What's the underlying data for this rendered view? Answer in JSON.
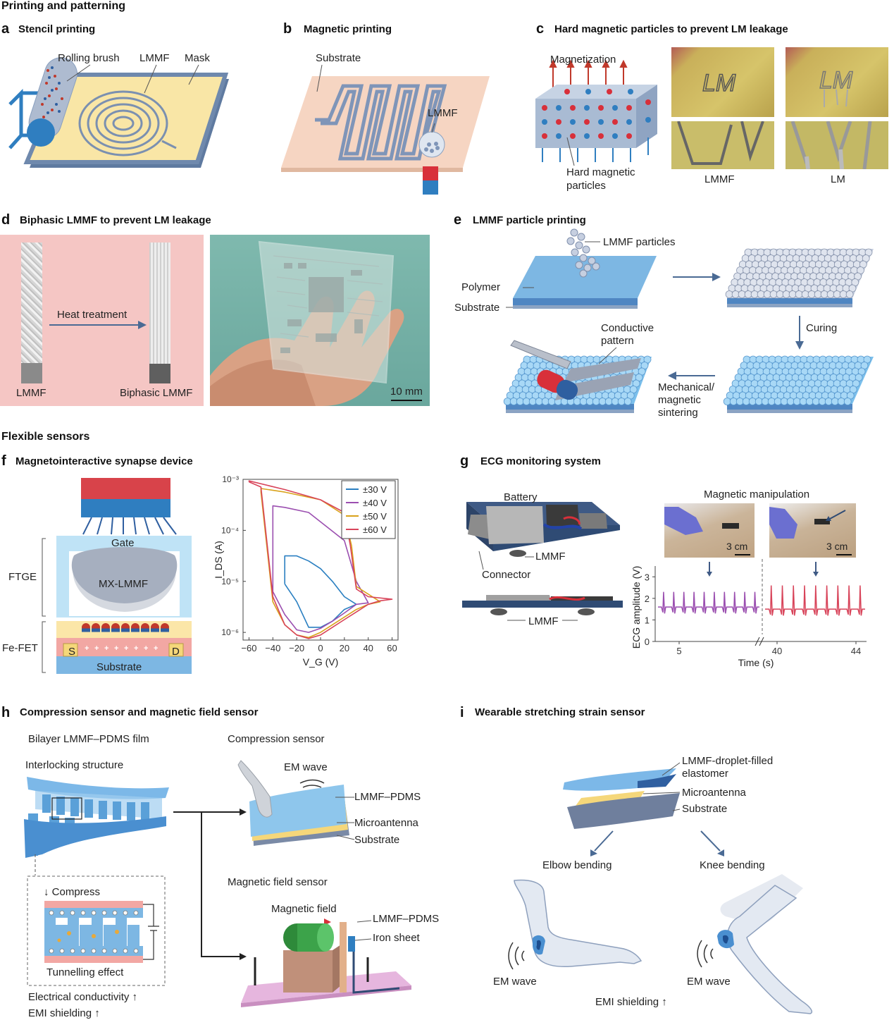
{
  "sections": {
    "printing": "Printing and patterning",
    "flexible": "Flexible sensors"
  },
  "panels": {
    "a": {
      "letter": "a",
      "title": "Stencil printing",
      "labels": {
        "brush": "Rolling brush",
        "lmmf": "LMMF",
        "mask": "Mask"
      }
    },
    "b": {
      "letter": "b",
      "title": "Magnetic printing",
      "labels": {
        "substrate": "Substrate",
        "lmmf": "LMMF"
      }
    },
    "c": {
      "letter": "c",
      "title": "Hard magnetic particles to prevent LM leakage",
      "labels": {
        "magnetization": "Magnetization",
        "particles1": "Hard magnetic",
        "particles2": "particles",
        "lmmf": "LMMF",
        "lm": "LM",
        "photo_text": "LM"
      }
    },
    "d": {
      "letter": "d",
      "title": "Biphasic LMMF to prevent LM leakage",
      "labels": {
        "heat": "Heat treatment",
        "lmmf": "LMMF",
        "biphasic": "Biphasic LMMF",
        "scale": "10 mm"
      }
    },
    "e": {
      "letter": "e",
      "title": "LMMF particle printing",
      "labels": {
        "particles": "LMMF particles",
        "polymer": "Polymer",
        "substrate": "Substrate",
        "curing": "Curing",
        "conductive1": "Conductive",
        "conductive2": "pattern",
        "sinter1": "Mechanical/",
        "sinter2": "magnetic",
        "sinter3": "sintering"
      }
    },
    "f": {
      "letter": "f",
      "title": "Magnetointeractive synapse device",
      "labels": {
        "gate": "Gate",
        "mx": "MX-LMMF",
        "ftge": "FTGE",
        "fefet": "Fe-FET",
        "s": "S",
        "d": "D",
        "substrate": "Substrate"
      }
    },
    "g": {
      "letter": "g",
      "title": "ECG monitoring system",
      "labels": {
        "battery": "Battery",
        "lmmf": "LMMF",
        "connector": "Connector",
        "lmmf2": "LMMF",
        "manip": "Magnetic manipulation",
        "scale1": "3 cm",
        "scale2": "3 cm"
      }
    },
    "h": {
      "letter": "h",
      "title": "Compression sensor and magnetic field sensor",
      "labels": {
        "bilayer": "Bilayer LMMF–PDMS film",
        "interlock": "Interlocking structure",
        "compress": "↓ Compress",
        "tunnel": "Tunnelling effect",
        "elec": "Electrical conductivity ↑",
        "emi": "EMI shielding ↑",
        "comp_sensor": "Compression sensor",
        "em_wave": "EM wave",
        "lmmf_pdms": "LMMF–PDMS",
        "microantenna": "Microantenna",
        "substrate": "Substrate",
        "mag_sensor": "Magnetic field sensor",
        "mag_field": "Magnetic field",
        "lmmf_pdms2": "LMMF–PDMS",
        "iron": "Iron sheet"
      }
    },
    "i": {
      "letter": "i",
      "title": "Wearable stretching strain sensor",
      "labels": {
        "droplet1": "LMMF-droplet-filled",
        "droplet2": "elastomer",
        "microantenna": "Microantenna",
        "substrate": "Substrate",
        "elbow": "Elbow bending",
        "knee": "Knee bending",
        "em1": "EM wave",
        "em2": "EM wave",
        "emi": "EMI shielding ↑"
      }
    }
  },
  "chart_data": [
    {
      "type": "line",
      "title": "",
      "xlabel": "V_G (V)",
      "ylabel": "I_DS (A)",
      "xlim": [
        -65,
        65
      ],
      "ylim_log10": [
        -6.15,
        -3.0
      ],
      "xticks": [
        -60,
        -40,
        -20,
        0,
        20,
        40,
        60
      ],
      "xtick_labels": [
        "−60",
        "−40",
        "−20",
        "0",
        "20",
        "40",
        "60"
      ],
      "yticks_log10": [
        -3,
        -4,
        -5,
        -6
      ],
      "ytick_labels": [
        "10⁻³",
        "10⁻⁴",
        "10⁻⁵",
        "10⁻⁶"
      ],
      "legend": "top-right",
      "series": [
        {
          "name": "±30 V",
          "color": "#2a7fc1",
          "x": [
            -30,
            -20,
            -10,
            0,
            10,
            20,
            30,
            20,
            10,
            0,
            -10,
            -20,
            -30,
            -30
          ],
          "log_y": [
            -5.05,
            -5.4,
            -5.9,
            -5.9,
            -5.78,
            -5.55,
            -5.45,
            -5.3,
            -5.0,
            -4.75,
            -4.6,
            -4.5,
            -4.5,
            -5.05
          ]
        },
        {
          "name": "±40 V",
          "color": "#9b4fb0",
          "x": [
            -40,
            -30,
            -20,
            -10,
            0,
            10,
            20,
            30,
            40,
            30,
            20,
            -10,
            -30,
            -40,
            -40
          ],
          "log_y": [
            -5.2,
            -5.65,
            -5.95,
            -6.0,
            -5.92,
            -5.78,
            -5.62,
            -5.45,
            -5.42,
            -5.0,
            -4.2,
            -3.65,
            -3.55,
            -3.52,
            -5.2
          ]
        },
        {
          "name": "±50 V",
          "color": "#d9a21b",
          "x": [
            -50,
            -40,
            -30,
            -20,
            -10,
            0,
            10,
            20,
            30,
            40,
            50,
            30,
            26,
            20,
            0,
            -30,
            -50,
            -50
          ],
          "log_y": [
            -3.25,
            -5.4,
            -5.85,
            -6.05,
            -6.1,
            -6.0,
            -5.85,
            -5.7,
            -5.55,
            -5.45,
            -5.4,
            -5.1,
            -4.3,
            -3.7,
            -3.4,
            -3.25,
            -3.18,
            -3.25
          ]
        },
        {
          "name": "±60 V",
          "color": "#d8445a",
          "x": [
            -60,
            -50,
            -40,
            -30,
            -20,
            -10,
            0,
            10,
            20,
            30,
            40,
            50,
            60,
            40,
            30,
            25,
            20,
            0,
            -30,
            -60,
            -60
          ],
          "log_y": [
            -3.05,
            -3.15,
            -5.3,
            -5.85,
            -6.05,
            -6.12,
            -6.05,
            -5.9,
            -5.75,
            -5.6,
            -5.45,
            -5.38,
            -5.35,
            -5.3,
            -5.15,
            -4.3,
            -3.65,
            -3.4,
            -3.2,
            -3.03,
            -3.05
          ]
        }
      ]
    },
    {
      "type": "line",
      "title": "",
      "xlabel": "Time (s)",
      "ylabel": "ECG amplitude (V)",
      "ylim": [
        0,
        3.5
      ],
      "yticks": [
        0,
        1,
        2,
        3
      ],
      "xtick_labels": [
        "5",
        "40",
        "44"
      ],
      "axis_break": "between 5 s segment and 40 s segment",
      "series": [
        {
          "name": "before manipulation",
          "color": "#9b4fb0",
          "baseline": 1.6,
          "peak": 2.3,
          "beats": 10
        },
        {
          "name": "after manipulation",
          "color": "#d8445a",
          "baseline": 1.5,
          "peak": 2.6,
          "beats": 9
        }
      ]
    }
  ]
}
